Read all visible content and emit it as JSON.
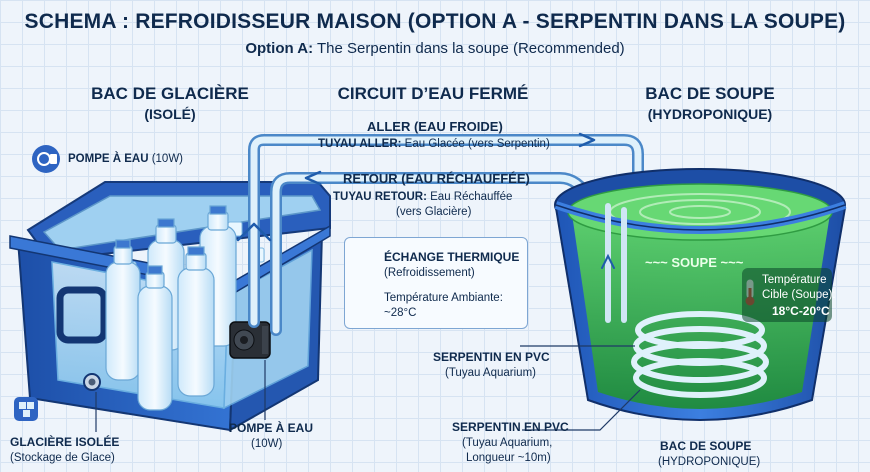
{
  "title": "SCHEMA : REFROIDISSEUR MAISON (OPTION A - SERPENTIN DANS LA SOUPE)",
  "subtitle": {
    "bold": "Option A:",
    "rest": " The Serpentin dans la soupe (Recommended)"
  },
  "cooler": {
    "heading": "BAC DE GLACIÈRE",
    "subheading": "(ISOLÉ)",
    "pump_label": "POMPE À EAU",
    "pump_spec": " (10W)",
    "insulated_label": "GLACIÈRE ISOLÉE",
    "insulated_sub": "(Stockage de Glace)",
    "pump_bottom_label": "POMPE À EAU",
    "pump_bottom_spec": "(10W)"
  },
  "circuit": {
    "heading": "CIRCUIT D’EAU FERMÉ",
    "supply_title": "ALLER (EAU FROIDE)",
    "supply_bold": "TUYAU ALLER:",
    "supply_text": " Eau Glacée (vers Serpentin)",
    "return_title": "RETOUR (EAU RÉCHAUFFÉE)",
    "return_bold": "TUYAU RETOUR:",
    "return_text": " Eau Réchauffée",
    "return_text2": "(vers Glacière)"
  },
  "info_box": {
    "exchange_title": "ÉCHANGE THERMIQUE",
    "exchange_sub": "(Refroidissement)",
    "ambient": "Température Ambiante:",
    "ambient_value": "~28°C"
  },
  "soup": {
    "heading": "BAC DE SOUPE",
    "subheading": "(HYDROPONIQUE)",
    "liquid_label": "~~~ SOUPE ~~~",
    "target_line1": "Température",
    "target_line2": "Cible (Soupe):",
    "target_value": "18°C-20°C",
    "coil_label": "SERPENTIN EN PVC",
    "coil_sub": "(Tuyau Aquarium)",
    "coil2_label": "SERPENTIN EN PVC",
    "coil2_sub1": "(Tuyau Aquarium,",
    "coil2_sub2": "Longueur ~10m)",
    "bottom_label": "BAC DE SOUPE",
    "bottom_sub": "(HYDROPONIQUE)"
  },
  "colors": {
    "cooler_blue": "#2f66c4",
    "water": "#bfe2f8",
    "soup_green": "#3fb24d",
    "pipe": "#d9ecf8",
    "text": "#0f2a4d"
  },
  "icons": [
    "pump-icon",
    "wifi-icon",
    "thermometer-icon",
    "ice-cube-icon"
  ]
}
